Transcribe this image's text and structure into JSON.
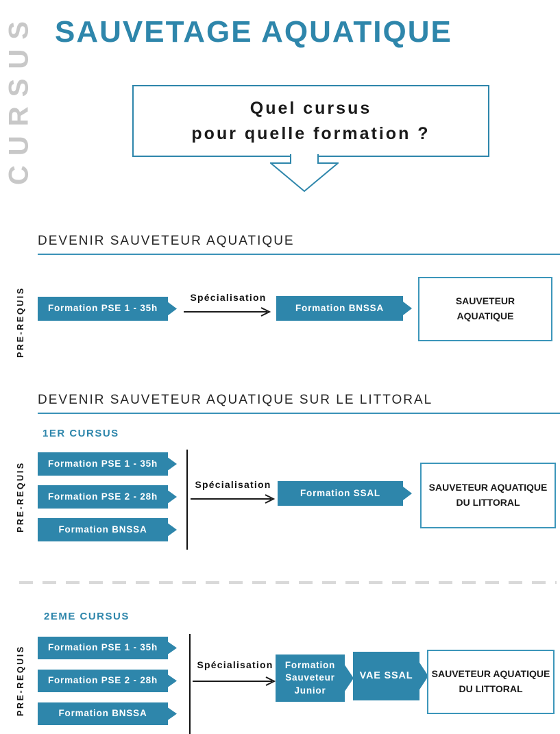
{
  "page": {
    "side_label": "CURSUS",
    "title": "SAUVETAGE AQUATIQUE"
  },
  "colors": {
    "teal": "#2E86AB",
    "side_label_gray": "#C8C8C8",
    "dashed_divider_gray": "#D9D9D9",
    "text_dark": "#1A1A1A",
    "box_text_white": "#FFFFFF"
  },
  "question_box": {
    "lines": [
      "Quel cursus",
      "pour quelle formation ?"
    ]
  },
  "sections": [
    {
      "heading": "DEVENIR SAUVETEUR AQUATIQUE",
      "prerequis_label": "PRE-REQUIS",
      "prereq_formations": [
        "Formation PSE 1 - 35h"
      ],
      "specialisation_label": "Spécialisation",
      "next_formation": "Formation BNSSA",
      "outcome_lines": [
        "SAUVETEUR",
        "AQUATIQUE"
      ]
    },
    {
      "heading": "DEVENIR SAUVETEUR AQUATIQUE SUR LE LITTORAL",
      "cursus": [
        {
          "label": "1ER CURSUS",
          "prerequis_label": "PRE-REQUIS",
          "prereq_formations": [
            "Formation PSE 1 - 35h",
            "Formation PSE 2 - 28h",
            "Formation BNSSA"
          ],
          "specialisation_label": "Spécialisation",
          "next_formation": "Formation SSAL",
          "outcome_lines": [
            "SAUVETEUR AQUATIQUE",
            "DU LITTORAL"
          ]
        },
        {
          "label": "2EME CURSUS",
          "prerequis_label": "PRE-REQUIS",
          "prereq_formations": [
            "Formation PSE 1 - 35h",
            "Formation PSE 2 - 28h",
            "Formation BNSSA"
          ],
          "specialisation_label": "Spécialisation",
          "next_formation_lines": [
            "Formation",
            "Sauveteur",
            "Junior"
          ],
          "vae_label": "VAE SSAL",
          "outcome_lines": [
            "SAUVETEUR AQUATIQUE",
            "DU LITTORAL"
          ]
        }
      ]
    }
  ]
}
